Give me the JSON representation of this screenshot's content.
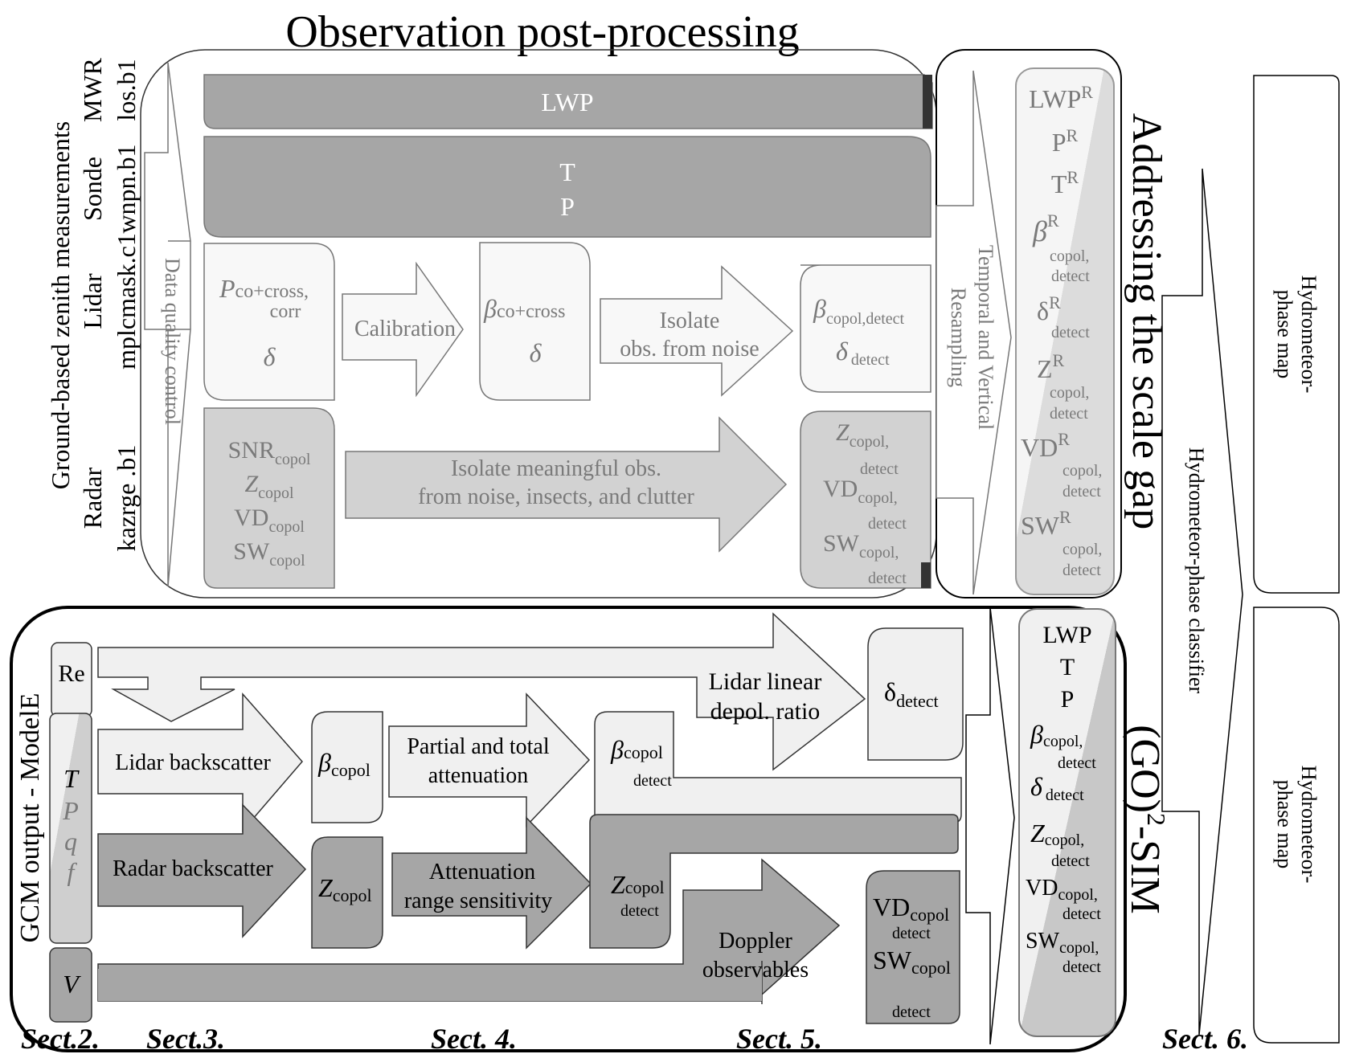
{
  "title": "Observation post-processing",
  "left_labels": {
    "group": "Ground-based zenith measurements",
    "instruments": [
      {
        "name": "MWR",
        "product": "los.b1"
      },
      {
        "name": "Sonde",
        "product": "wnpn.b1"
      },
      {
        "name": "Lidar",
        "product": "mplcmask.c1"
      },
      {
        "name": "Radar",
        "product": "kazrge .b1"
      }
    ]
  },
  "quality_control": "Data quality control",
  "obs": {
    "lwp_bar": "LWP",
    "tp_bar": [
      "T",
      "P"
    ],
    "lidar_raw": {
      "main": "P",
      "sub": "co+cross,",
      "sub2": "corr",
      "delta": "δ"
    },
    "calibration": "Calibration",
    "lidar_cal": {
      "main": "β",
      "sub": "co+cross",
      "delta": "δ"
    },
    "isolate_lidar": [
      "Isolate",
      "obs. from noise"
    ],
    "lidar_detect": {
      "beta": "β",
      "beta_sub": "copol,detect",
      "delta": "δ",
      "delta_sub": "detect"
    },
    "radar_raw": [
      {
        "main": "SNR",
        "sub": "copol"
      },
      {
        "main": "Z",
        "sub": "copol"
      },
      {
        "main": "VD",
        "sub": "copol"
      },
      {
        "main": "SW",
        "sub": "copol"
      }
    ],
    "isolate_radar": [
      "Isolate meaningful obs.",
      "from noise, insects, and clutter"
    ],
    "radar_detect": [
      {
        "main": "Z",
        "sub": "copol,",
        "sub2": "detect"
      },
      {
        "main": "VD",
        "sub": "copol,",
        "sub2": "detect"
      },
      {
        "main": "SW",
        "sub": "copol,",
        "sub2": "detect"
      }
    ]
  },
  "resampling": {
    "arrow_label": [
      "Temporal and Vertical",
      "Resampling"
    ],
    "outputs": [
      {
        "main": "LWP",
        "sup": "R"
      },
      {
        "main": "P",
        "sup": "R"
      },
      {
        "main": "T",
        "sup": "R"
      },
      {
        "main": "β",
        "sup": "R",
        "sub": "copol,",
        "sub2": "detect"
      },
      {
        "main": "δ",
        "sup": "R",
        "sub": "detect"
      },
      {
        "main": "Z",
        "sup": "R",
        "sub": "copol,",
        "sub2": "detect"
      },
      {
        "main": "VD",
        "sup": "R",
        "sub": "copol,",
        "sub2": "detect"
      },
      {
        "main": "SW",
        "sup": "R",
        "sub": "copol,",
        "sub2": "detect"
      }
    ]
  },
  "scale_gap": "Addressing the scale gap",
  "sim_label": {
    "main": "(GO)",
    "sup": "2",
    "rest": "-SIM"
  },
  "gcm": {
    "label": "GCM output - ModelE",
    "inputs": {
      "re": "Re",
      "vars": [
        "T",
        "P",
        "q",
        "f"
      ],
      "v": "V"
    },
    "lidar_backscatter": "Lidar backscatter",
    "radar_backscatter": "Radar backscatter",
    "beta_copol": {
      "main": "β",
      "sub": "copol"
    },
    "z_copol": {
      "main": "Z",
      "sub": "copol"
    },
    "attenuation_lidar": [
      "Partial and total",
      "attenuation"
    ],
    "attenuation_radar": [
      "Attenuation",
      "range sensitivity"
    ],
    "beta_detect": {
      "main": "β",
      "sub": "copol",
      "sub2": "detect"
    },
    "z_detect": {
      "main": "Z",
      "sub": "copol",
      "sub2": "detect"
    },
    "depol": [
      "Lidar linear",
      "depol. ratio"
    ],
    "delta_detect": {
      "main": "δ",
      "sub": "detect"
    },
    "doppler": [
      "Doppler",
      "observables"
    ],
    "vd_sw_detect": [
      {
        "main": "VD",
        "sub": "copol",
        "sub2": "detect"
      },
      {
        "main": "SW",
        "sub": "copol",
        "sub2": "detect"
      }
    ]
  },
  "sim_outputs": [
    {
      "main": "LWP"
    },
    {
      "main": "T"
    },
    {
      "main": "P"
    },
    {
      "main": "β",
      "sub": "copol,",
      "sub2": "detect"
    },
    {
      "main": "δ",
      "sub": "detect"
    },
    {
      "main": "Z",
      "sub": "copol,",
      "sub2": "detect"
    },
    {
      "main": "VD",
      "sub": "copol,",
      "sub2": "detect"
    },
    {
      "main": "SW",
      "sub": "copol,",
      "sub2": "detect"
    }
  ],
  "classifier": "Hydrometeor-phase classifier",
  "phase_map": [
    "Hydrometeor-",
    "phase map"
  ],
  "sections": [
    "Sect.2.",
    "Sect.3.",
    "Sect. 4.",
    "Sect. 5.",
    "Sect. 6."
  ],
  "colors": {
    "light": "#f0f0f0",
    "mid": "#d2d2d2",
    "dark": "#a6a6a6",
    "grey_text": "#7a7a7a"
  }
}
